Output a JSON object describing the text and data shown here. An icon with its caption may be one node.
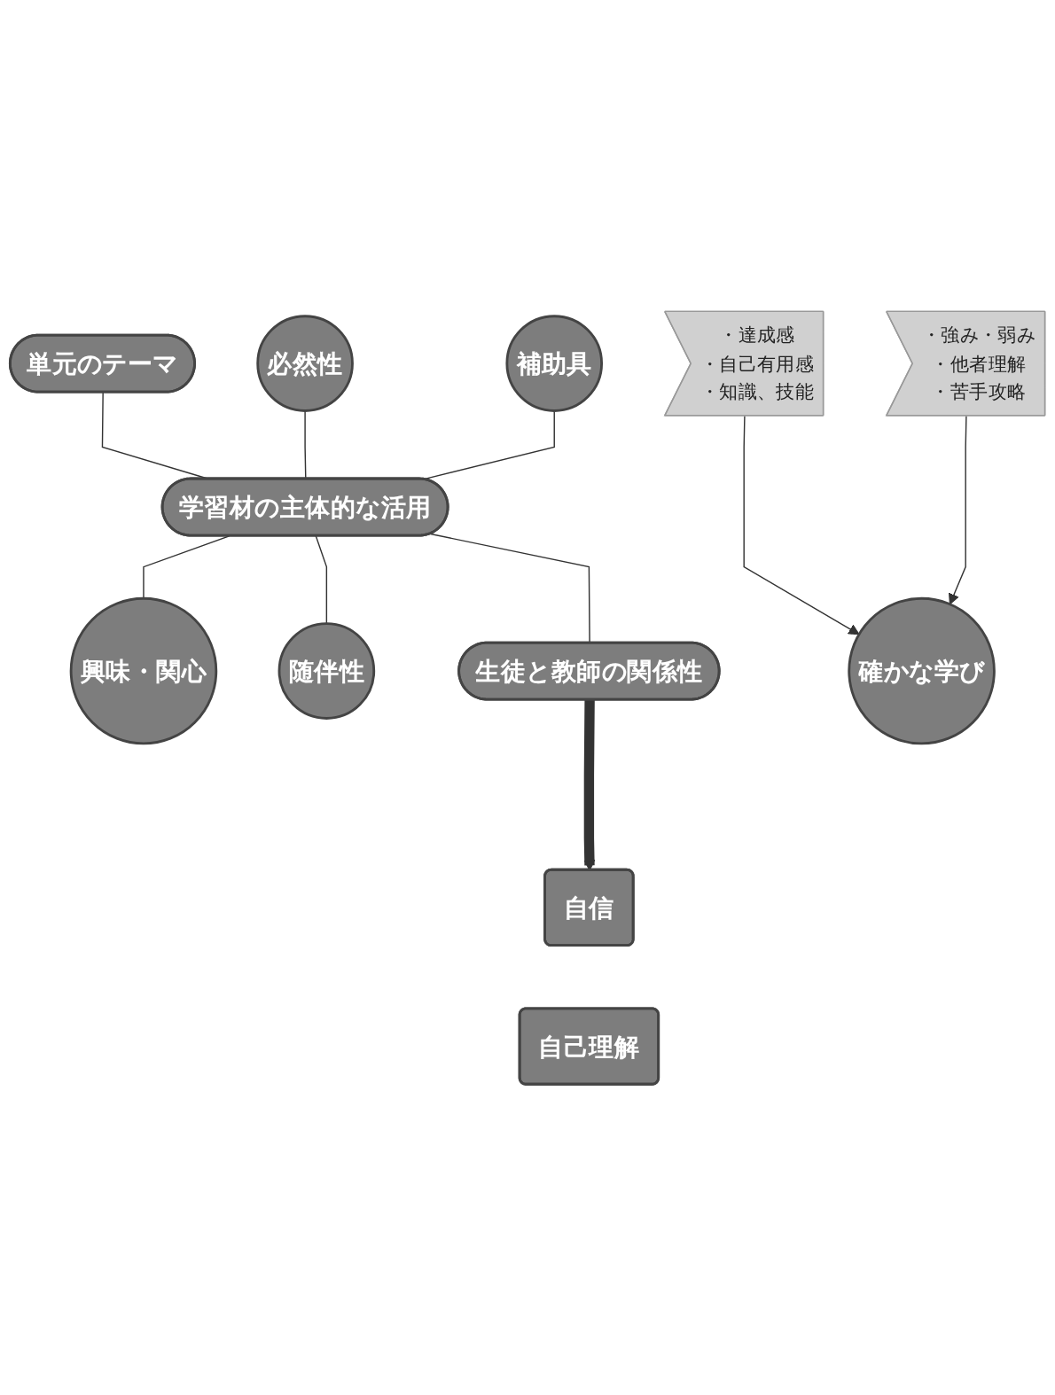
{
  "diagram": {
    "nodes": [
      {
        "text": [
          "単元のテーマ"
        ]
      },
      {
        "text": [
          "必然性"
        ]
      },
      {
        "text": [
          "補助具"
        ]
      },
      {
        "text": [
          "学習材の主体的な活用"
        ]
      },
      {
        "text": [
          "興味・関心"
        ]
      },
      {
        "text": [
          "随伴性"
        ]
      },
      {
        "text": [
          "生徒と教師の関係性"
        ]
      },
      {
        "text": [
          "自信"
        ]
      },
      {
        "text": [
          "・達成感",
          "・自己有用感",
          "・知識、技能"
        ]
      },
      {
        "text": [
          "自己理解"
        ]
      },
      {
        "text": [
          "・強み・弱み",
          "・他者理解",
          "・苦手攻略"
        ]
      },
      {
        "text": [
          "確かな学び"
        ]
      }
    ],
    "edges": [
      {
        "from": 0,
        "to": 3,
        "arrow": "none"
      },
      {
        "from": 1,
        "to": 3,
        "arrow": "none"
      },
      {
        "from": 2,
        "to": 3,
        "arrow": "none"
      },
      {
        "from": 3,
        "to": 4,
        "arrow": "none"
      },
      {
        "from": 3,
        "to": 5,
        "arrow": "none"
      },
      {
        "from": 3,
        "to": 6,
        "arrow": "none"
      },
      {
        "from": 6,
        "to": 7,
        "arrow": "to",
        "style": "thick"
      },
      {
        "from": 8,
        "to": 11,
        "arrow": "to"
      },
      {
        "from": 10,
        "to": 11,
        "arrow": "to"
      }
    ]
  }
}
